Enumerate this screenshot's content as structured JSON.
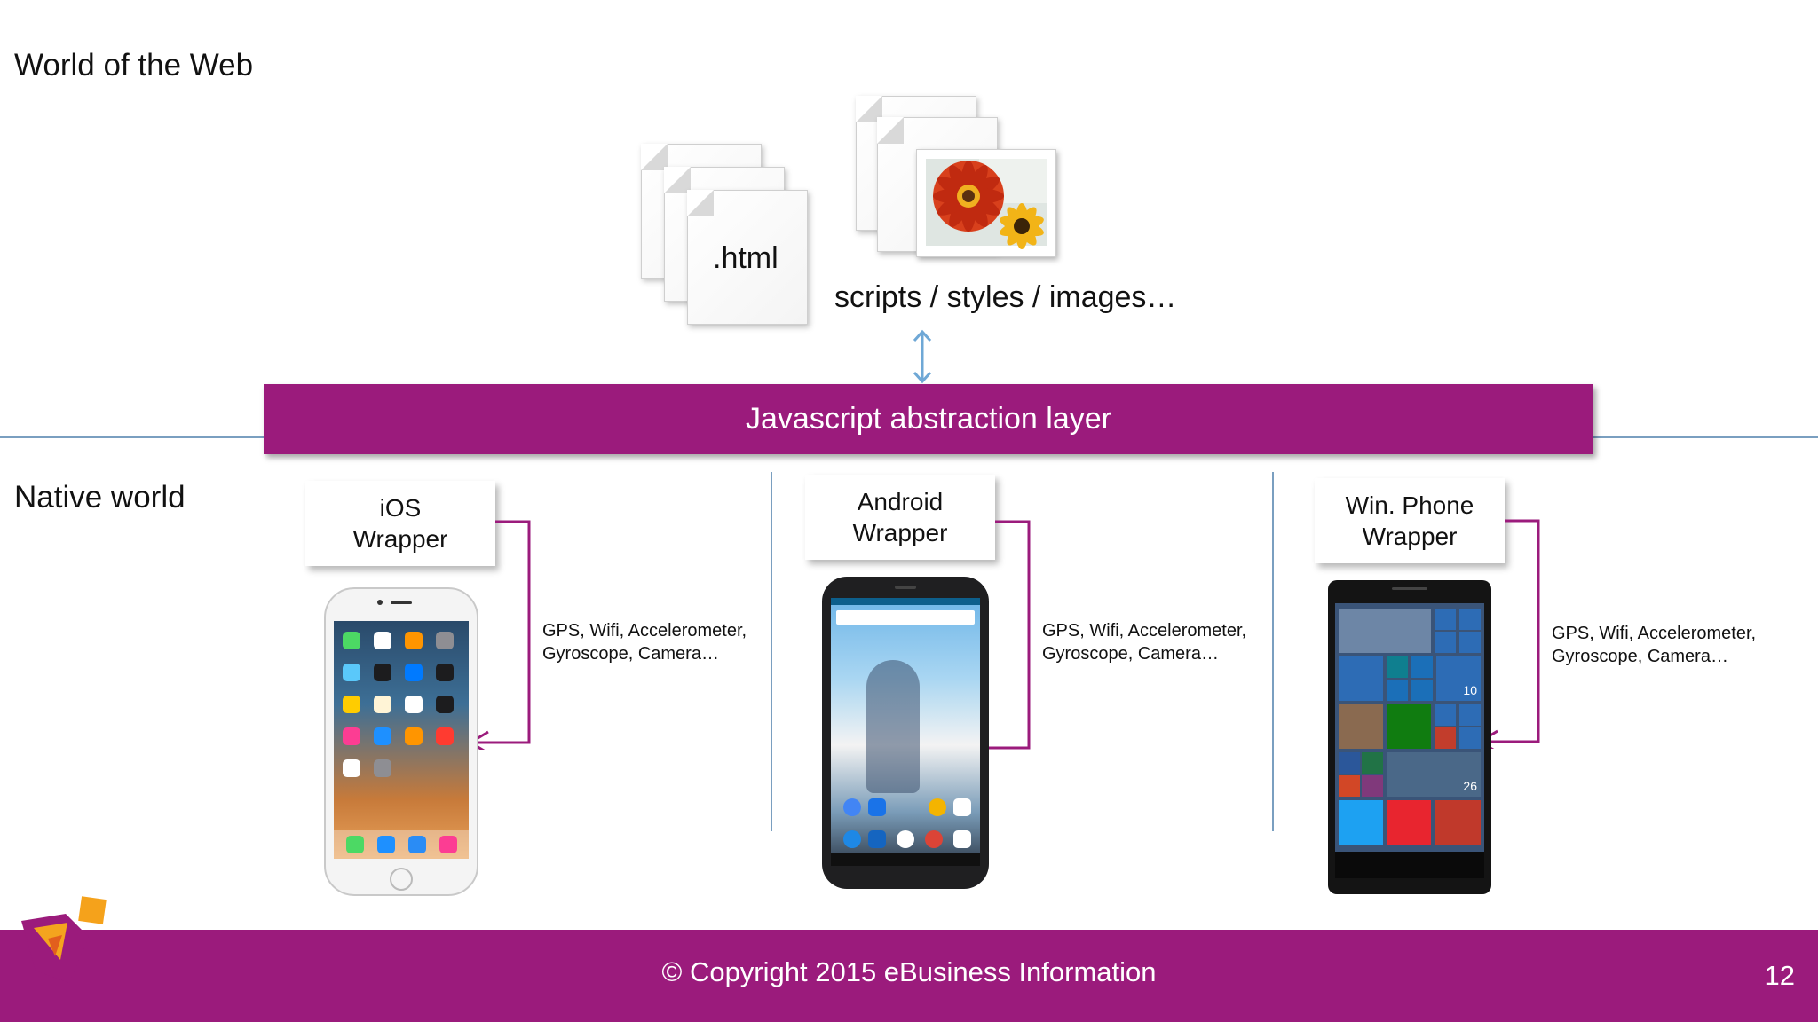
{
  "sections": {
    "web_title": "World of the Web",
    "native_title": "Native world"
  },
  "web_assets": {
    "html_label": ".html",
    "resources_label": "scripts / styles / images…"
  },
  "abstraction_layer": {
    "label": "Javascript abstraction layer"
  },
  "platforms": [
    {
      "name": "iOS",
      "wrapper_line1": "iOS",
      "wrapper_line2": "Wrapper",
      "sensors_line1": "GPS, Wifi, Accelerometer,",
      "sensors_line2": "Gyroscope, Camera…"
    },
    {
      "name": "Android",
      "wrapper_line1": "Android",
      "wrapper_line2": "Wrapper",
      "sensors_line1": "GPS, Wifi, Accelerometer,",
      "sensors_line2": "Gyroscope, Camera…"
    },
    {
      "name": "Win. Phone",
      "wrapper_line1": "Win. Phone",
      "wrapper_line2": "Wrapper",
      "sensors_line1": "GPS, Wifi, Accelerometer,",
      "sensors_line2": "Gyroscope, Camera…",
      "tile_numbers": [
        "10",
        "26"
      ]
    }
  ],
  "footer": {
    "copyright": "© Copyright 2015 eBusiness Information",
    "page_number": "12"
  },
  "colors": {
    "brand_purple": "#9b1b7c",
    "arrow_blue": "#6fa8d6",
    "divider_blue": "#7a9fc0"
  },
  "icons": {
    "bidirectional_arrow": "double-headed-vertical-arrow",
    "logo": "ebusiness-cube-logo"
  }
}
